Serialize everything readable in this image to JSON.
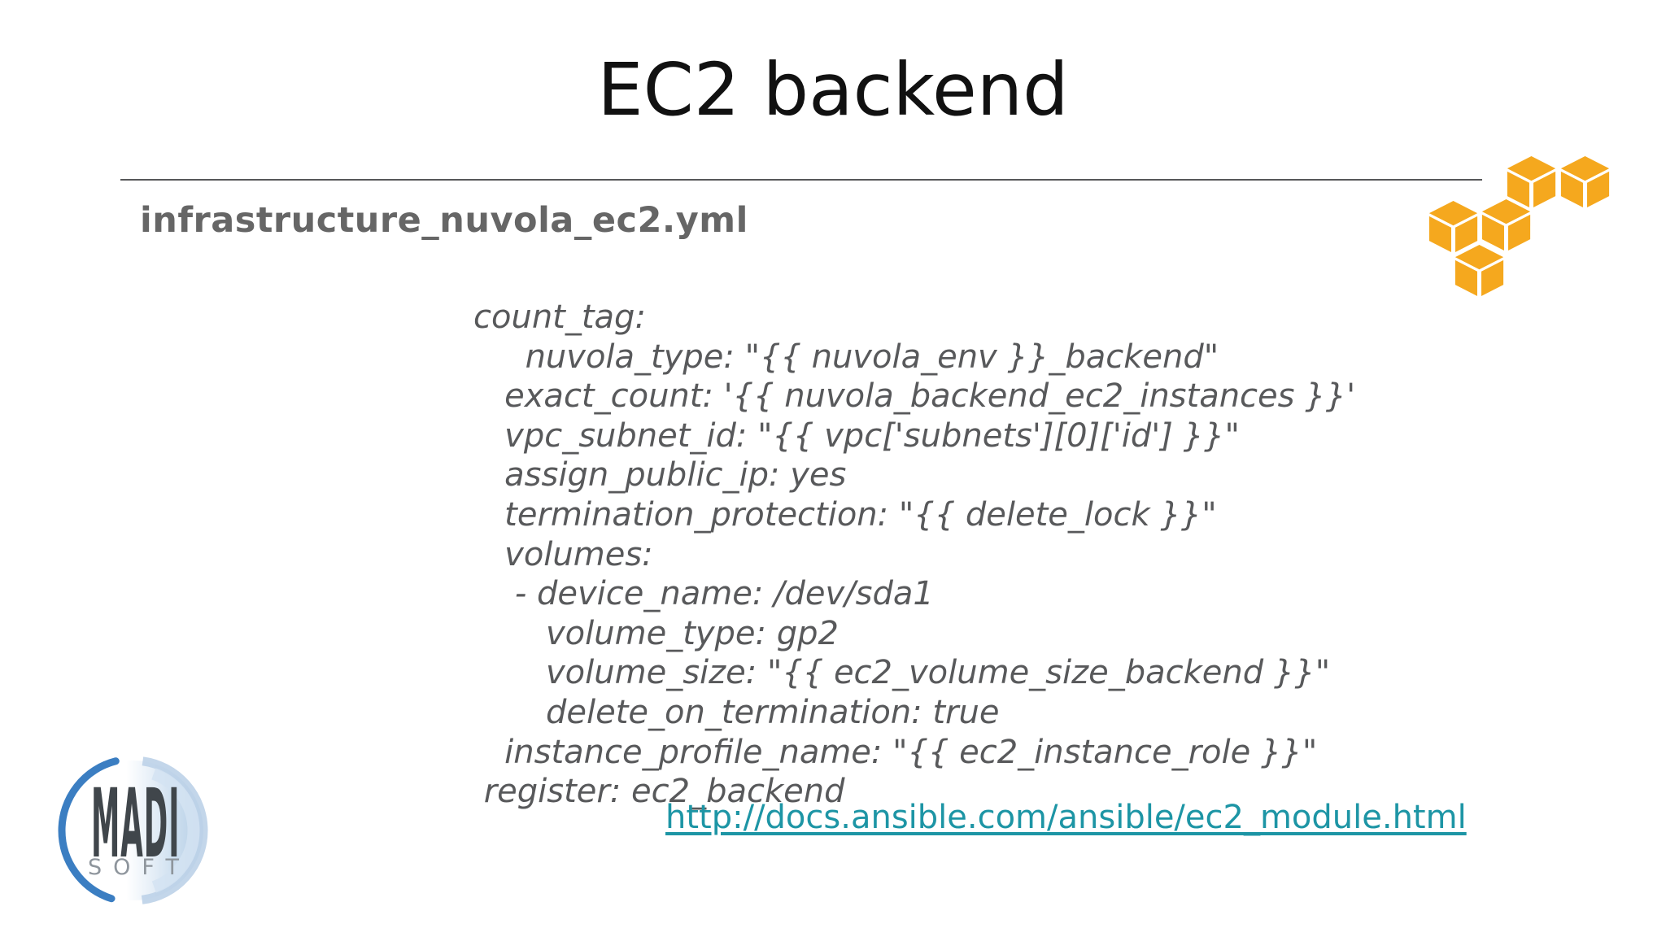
{
  "slide": {
    "title": "EC2 backend",
    "filename": "infrastructure_nuvola_ec2.yml",
    "code_lines": [
      "count_tag:",
      "     nuvola_type: \"{{ nuvola_env }}_backend\"",
      "   exact_count: '{{ nuvola_backend_ec2_instances }}'",
      "   vpc_subnet_id: \"{{ vpc['subnets'][0]['id'] }}\"",
      "   assign_public_ip: yes",
      "   termination_protection: \"{{ delete_lock }}\"",
      "   volumes:",
      "    - device_name: /dev/sda1",
      "       volume_type: gp2",
      "       volume_size: \"{{ ec2_volume_size_backend }}\"",
      "       delete_on_termination: true",
      "   instance_profile_name: \"{{ ec2_instance_role }}\"",
      " register: ec2_backend"
    ],
    "link": {
      "text": "http://docs.ansible.com/ansible/ec2_module.html",
      "href": "http://docs.ansible.com/ansible/ec2_module.html"
    },
    "logos": {
      "aws": {
        "label": "aws-cubes-logo",
        "cube_color": "#F5A81E"
      },
      "madisoft": {
        "primary": "MADI",
        "secondary": "SOFT",
        "arc_color": "#3B7EC2",
        "wash_color": "#B3CCE4",
        "primary_color": "#40464B",
        "secondary_color": "#8E959C"
      }
    },
    "colors": {
      "title": "#111111",
      "divider": "#57585A",
      "filename": "#666666",
      "code": "#58595B",
      "link": "#1D95A5"
    }
  }
}
